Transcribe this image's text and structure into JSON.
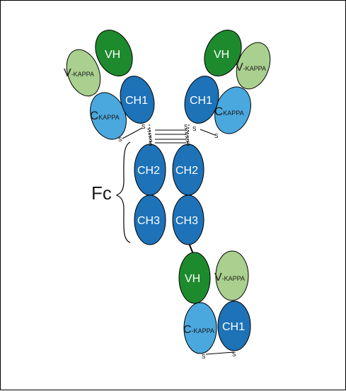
{
  "colors": {
    "vh": "#1e8a2e",
    "ch": "#1d72b8",
    "ckappa": "#4aa8de",
    "vkappa": "#a9d08e",
    "outline": "#000000",
    "white_text": "#ffffff",
    "dark_text": "#1a1a1a"
  },
  "labels": {
    "vh": "VH",
    "ch1": "CH1",
    "ch2": "CH2",
    "ch3": "CH3",
    "v_kappa_big": "V",
    "v_kappa_small": "-KAPPA",
    "c_kappa_big": "C",
    "c_kappa_small": "KAPPA",
    "c_kappa_bottom_small": "-KAPPA",
    "fc": "Fc",
    "s": "S"
  }
}
